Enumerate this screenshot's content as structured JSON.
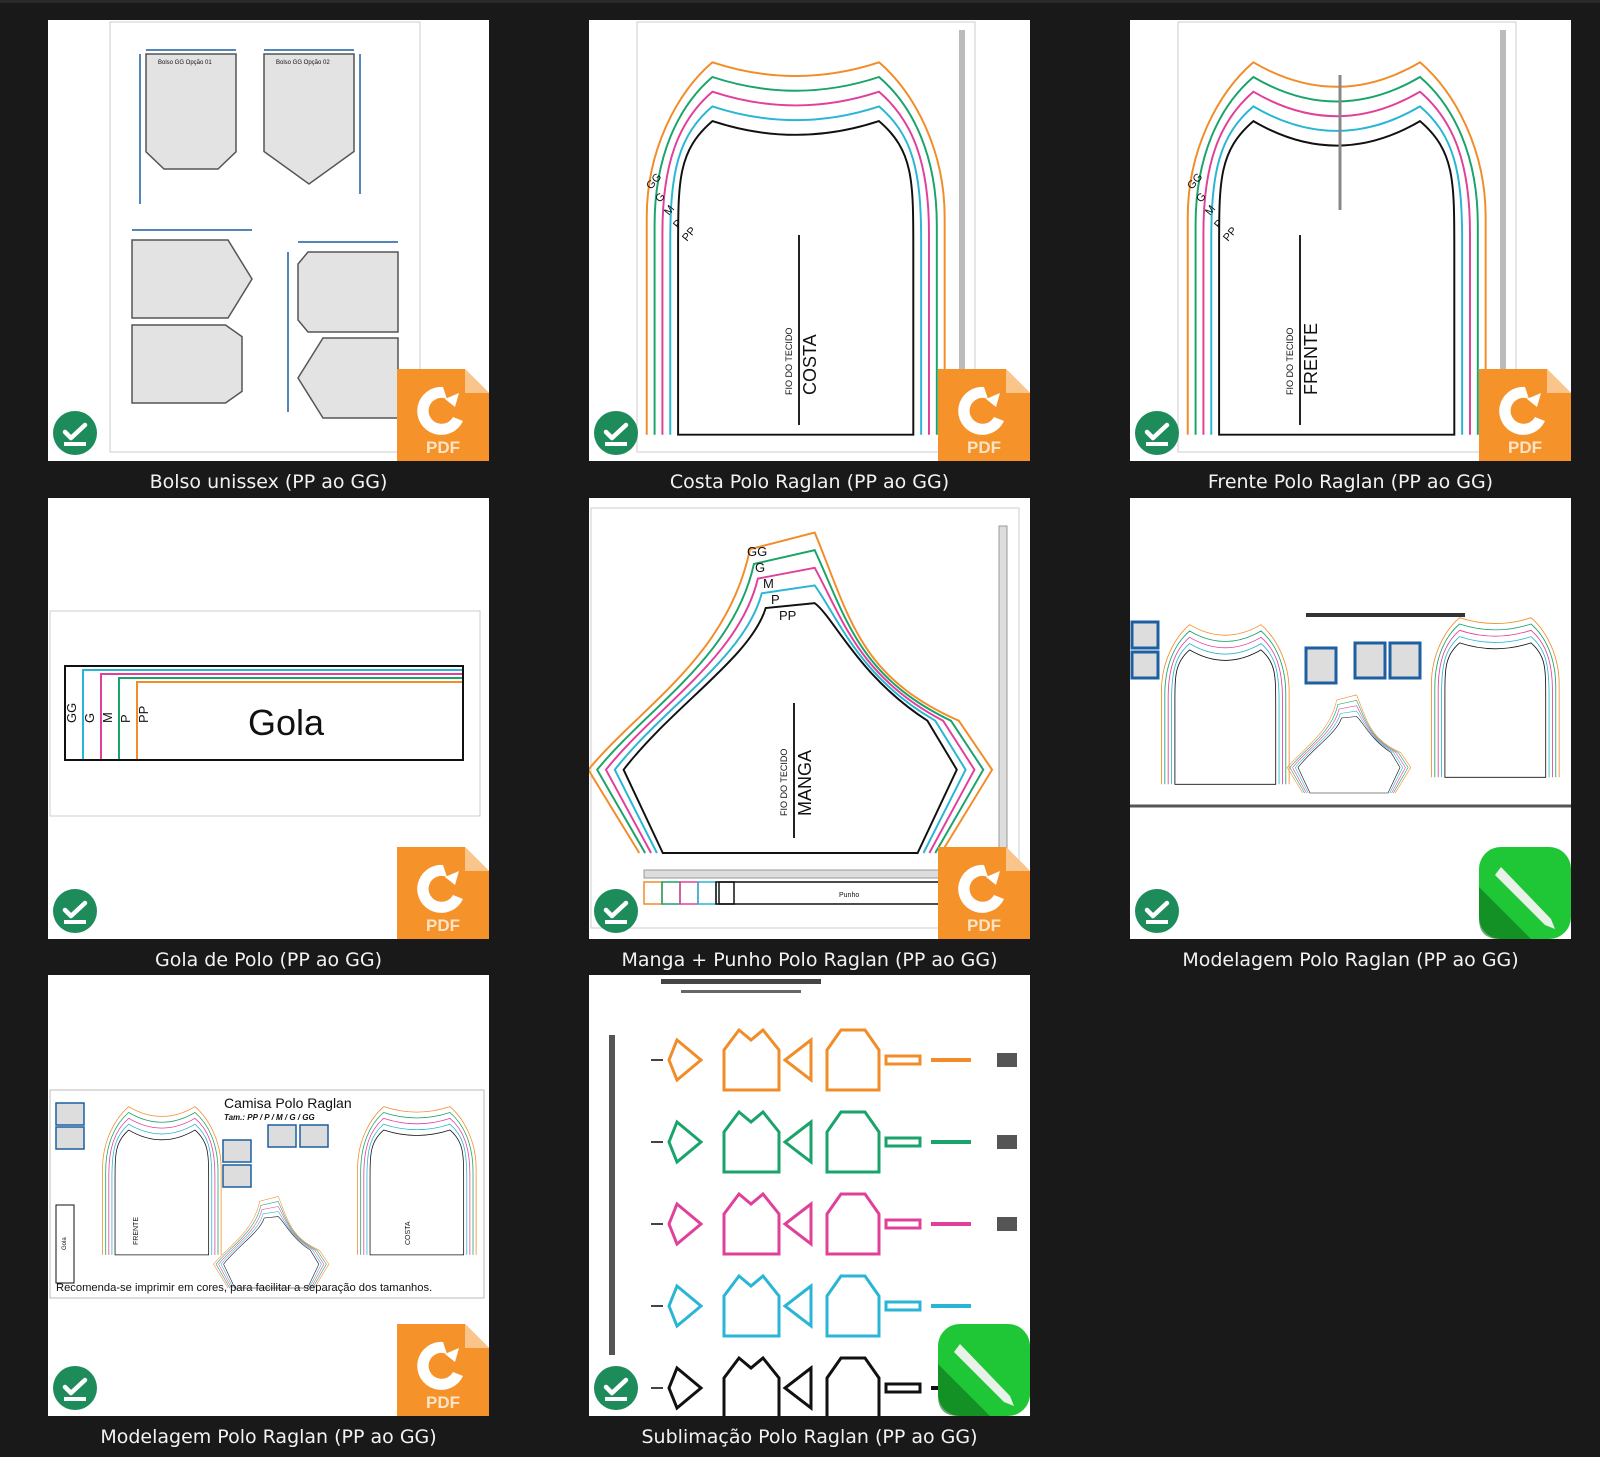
{
  "colors": {
    "background": "#191919",
    "pdf_orange": "#f5922a",
    "status_green": "#1e8c5a",
    "size_colors": [
      "#f28c28",
      "#1aa36b",
      "#e0409a",
      "#29b5d6",
      "#111111"
    ]
  },
  "items": [
    {
      "label": "Bolso unissex (PP ao GG)",
      "file_icon": "pdf-icon",
      "status": "synced-check-icon",
      "kind": "bolso",
      "texts": {
        "opt1": "Bolso GG Opção 01",
        "opt2": "Bolso GG Opção 02"
      }
    },
    {
      "label": "Costa Polo Raglan (PP ao GG)",
      "file_icon": "pdf-icon",
      "status": "synced-check-icon",
      "kind": "costa",
      "texts": {
        "sizes": [
          "GG",
          "G",
          "M",
          "P",
          "PP"
        ],
        "grain": "FIO DO TECIDO",
        "piece": "COSTA"
      }
    },
    {
      "label": "Frente Polo Raglan (PP ao GG)",
      "file_icon": "pdf-icon",
      "status": "synced-check-icon",
      "kind": "frente",
      "texts": {
        "sizes": [
          "GG",
          "G",
          "M",
          "P",
          "PP"
        ],
        "grain": "FIO DO TECIDO",
        "piece": "FRENTE"
      }
    },
    {
      "label": "Gola de Polo (PP ao GG)",
      "file_icon": "pdf-icon",
      "status": "synced-check-icon",
      "kind": "gola",
      "texts": {
        "sizes": [
          "GG",
          "G",
          "M",
          "P",
          "PP"
        ],
        "piece": "Gola"
      }
    },
    {
      "label": "Manga + Punho Polo Raglan (PP ao GG)",
      "file_icon": "pdf-icon",
      "status": "synced-check-icon",
      "kind": "manga",
      "texts": {
        "sizes": [
          "GG",
          "G",
          "M",
          "P",
          "PP"
        ],
        "grain": "FIO DO TECIDO",
        "piece": "MANGA",
        "cuff": "Punho"
      }
    },
    {
      "label": "Modelagem Polo Raglan (PP ao GG)",
      "file_icon": "drawing-app-icon",
      "status": "synced-check-icon",
      "kind": "preview",
      "texts": {}
    },
    {
      "label": "Modelagem Polo Raglan (PP ao GG)",
      "file_icon": "pdf-icon",
      "status": "synced-check-icon",
      "kind": "sheet",
      "texts": {
        "title": "Camisa Polo Raglan",
        "sizes": "Tam.: PP / P / M / G / GG",
        "note": "Recomenda-se imprimir em cores, para facilitar a separação dos tamanhos.",
        "front": "FRENTE",
        "back": "COSTA",
        "collar": "Gola"
      }
    },
    {
      "label": "Sublimação Polo Raglan (PP ao GG)",
      "file_icon": "drawing-app-icon",
      "status": "synced-check-icon",
      "kind": "sublimation",
      "texts": {}
    }
  ]
}
